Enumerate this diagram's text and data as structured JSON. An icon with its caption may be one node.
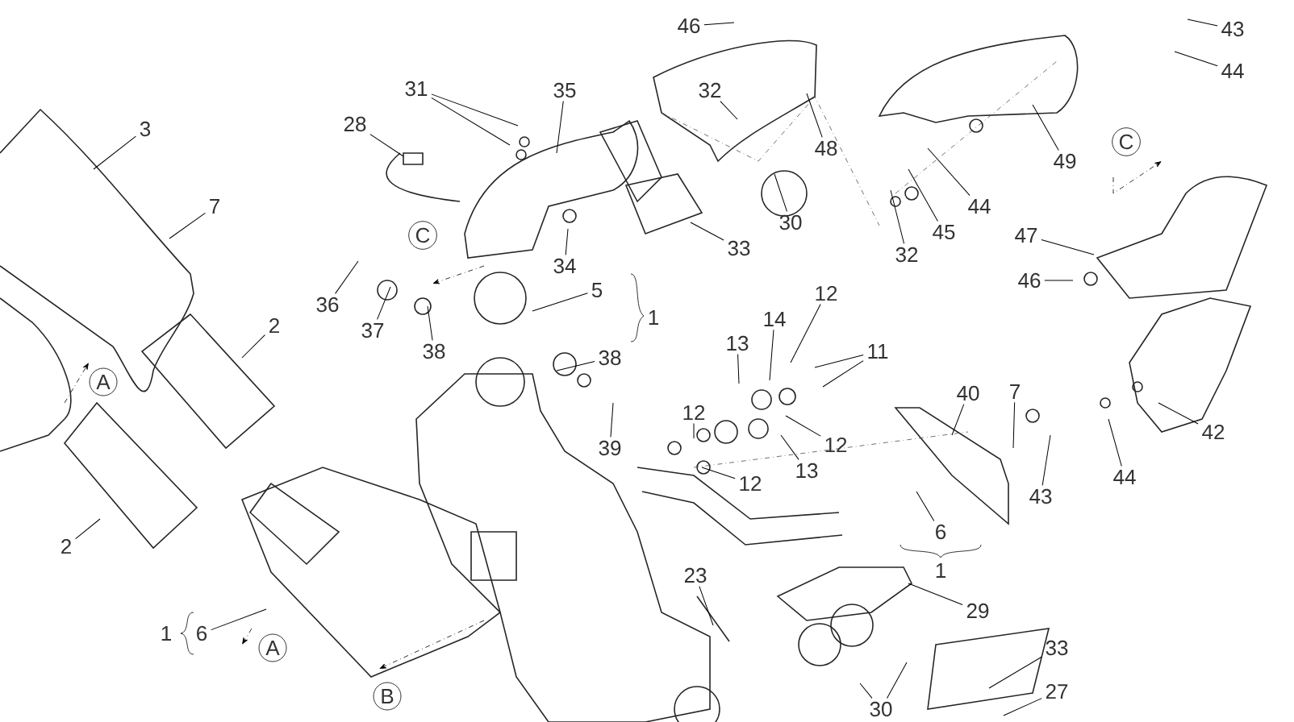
{
  "diagram": {
    "nodes": [
      {
        "text": [
          "46"
        ]
      },
      {
        "text": [
          "43"
        ]
      },
      {
        "text": [
          "44"
        ]
      },
      {
        "text": [
          "31"
        ]
      },
      {
        "text": [
          "35"
        ]
      },
      {
        "text": [
          "32"
        ]
      },
      {
        "text": [
          "28"
        ]
      },
      {
        "text": [
          "3"
        ]
      },
      {
        "text": [
          "48"
        ]
      },
      {
        "text": [
          "C"
        ]
      },
      {
        "text": [
          "49"
        ]
      },
      {
        "text": [
          "7"
        ]
      },
      {
        "text": [
          "30"
        ]
      },
      {
        "text": [
          "C"
        ]
      },
      {
        "text": [
          "47"
        ]
      },
      {
        "text": [
          "33"
        ]
      },
      {
        "text": [
          "44"
        ]
      },
      {
        "text": [
          "45"
        ]
      },
      {
        "text": [
          "32"
        ]
      },
      {
        "text": [
          "34"
        ]
      },
      {
        "text": [
          "46"
        ]
      },
      {
        "text": [
          "5"
        ]
      },
      {
        "text": [
          "12"
        ]
      },
      {
        "text": [
          "36"
        ]
      },
      {
        "text": [
          "14"
        ]
      },
      {
        "text": [
          "2"
        ]
      },
      {
        "text": [
          "37"
        ]
      },
      {
        "text": [
          "13"
        ]
      },
      {
        "text": [
          "11"
        ]
      },
      {
        "text": [
          "38"
        ]
      },
      {
        "text": [
          "38"
        ]
      },
      {
        "text": [
          "A"
        ]
      },
      {
        "text": [
          "40"
        ]
      },
      {
        "text": [
          "7"
        ]
      },
      {
        "text": [
          "12"
        ]
      },
      {
        "text": [
          "42"
        ]
      },
      {
        "text": [
          "12"
        ]
      },
      {
        "text": [
          "39"
        ]
      },
      {
        "text": [
          "13"
        ]
      },
      {
        "text": [
          "44"
        ]
      },
      {
        "text": [
          "12"
        ]
      },
      {
        "text": [
          "43"
        ]
      },
      {
        "text": [
          "6"
        ]
      },
      {
        "text": [
          "2"
        ]
      },
      {
        "text": [
          "23"
        ]
      },
      {
        "text": [
          "29"
        ]
      },
      {
        "text": [
          "6"
        ]
      },
      {
        "text": [
          "A"
        ]
      },
      {
        "text": [
          "33"
        ]
      },
      {
        "text": [
          "27"
        ]
      },
      {
        "text": [
          "B"
        ]
      },
      {
        "text": [
          "30"
        ]
      }
    ],
    "edges": [
      {
        "from": 0,
        "to": null,
        "arrow": "none"
      },
      {
        "from": 1,
        "to": null,
        "arrow": "none"
      },
      {
        "from": 2,
        "to": null,
        "arrow": "none"
      },
      {
        "from": 3,
        "to": null,
        "arrow": "none"
      },
      {
        "from": 3,
        "to": null,
        "arrow": "none"
      },
      {
        "from": 4,
        "to": null,
        "arrow": "none"
      },
      {
        "from": 5,
        "to": null,
        "arrow": "none"
      },
      {
        "from": 6,
        "to": null,
        "arrow": "none"
      },
      {
        "from": 7,
        "to": null,
        "arrow": "none"
      },
      {
        "from": 8,
        "to": null,
        "arrow": "none"
      },
      {
        "from": 10,
        "to": null,
        "arrow": "none"
      },
      {
        "from": 11,
        "to": null,
        "arrow": "none"
      },
      {
        "from": 12,
        "to": null,
        "arrow": "none"
      },
      {
        "from": 14,
        "to": null,
        "arrow": "none"
      },
      {
        "from": 15,
        "to": null,
        "arrow": "none"
      },
      {
        "from": 16,
        "to": null,
        "arrow": "none"
      },
      {
        "from": 17,
        "to": null,
        "arrow": "none"
      },
      {
        "from": 18,
        "to": null,
        "arrow": "none"
      },
      {
        "from": 19,
        "to": null,
        "arrow": "none"
      },
      {
        "from": 20,
        "to": null,
        "arrow": "none"
      },
      {
        "from": 21,
        "to": null,
        "arrow": "none"
      },
      {
        "from": 22,
        "to": null,
        "arrow": "none"
      },
      {
        "from": 23,
        "to": null,
        "arrow": "none"
      },
      {
        "from": 24,
        "to": null,
        "arrow": "none"
      },
      {
        "from": 25,
        "to": null,
        "arrow": "none"
      },
      {
        "from": 26,
        "to": null,
        "arrow": "none"
      },
      {
        "from": 27,
        "to": null,
        "arrow": "none"
      },
      {
        "from": 28,
        "to": null,
        "arrow": "none"
      },
      {
        "from": 28,
        "to": null,
        "arrow": "none"
      },
      {
        "from": 29,
        "to": null,
        "arrow": "none"
      },
      {
        "from": 30,
        "to": null,
        "arrow": "none"
      },
      {
        "from": 32,
        "to": null,
        "arrow": "none"
      },
      {
        "from": 33,
        "to": null,
        "arrow": "none"
      },
      {
        "from": 34,
        "to": null,
        "arrow": "none"
      },
      {
        "from": 35,
        "to": null,
        "arrow": "none"
      },
      {
        "from": 36,
        "to": null,
        "arrow": "none"
      },
      {
        "from": 37,
        "to": null,
        "arrow": "none"
      },
      {
        "from": 38,
        "to": null,
        "arrow": "none"
      },
      {
        "from": 39,
        "to": null,
        "arrow": "none"
      },
      {
        "from": 40,
        "to": null,
        "arrow": "none"
      },
      {
        "from": 41,
        "to": null,
        "arrow": "none"
      },
      {
        "from": 42,
        "to": null,
        "arrow": "none"
      },
      {
        "from": 43,
        "to": null,
        "arrow": "none"
      },
      {
        "from": 44,
        "to": null,
        "arrow": "none"
      },
      {
        "from": 45,
        "to": null,
        "arrow": "none"
      },
      {
        "from": 46,
        "to": null,
        "arrow": "none"
      },
      {
        "from": 48,
        "to": null,
        "arrow": "none"
      },
      {
        "from": 49,
        "to": null,
        "arrow": "none"
      },
      {
        "from": 51,
        "to": null,
        "arrow": "none"
      },
      {
        "from": 51,
        "to": null,
        "arrow": "none"
      }
    ],
    "labels": [
      "1",
      "1",
      "1"
    ]
  }
}
